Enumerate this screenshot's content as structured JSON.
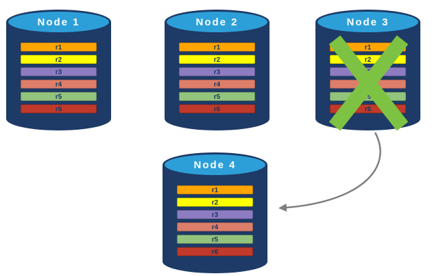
{
  "colors": {
    "background": "#ffffff",
    "cylinder_body": "#1e3a66",
    "cylinder_top": "#2d9fd8",
    "node_label_text": "#ffffff",
    "record_text": "#17375e",
    "x_mark": "#7dc242",
    "arrow": "#7f7f7f"
  },
  "nodes": [
    {
      "label": "Node 1",
      "failed": false,
      "records": [
        {
          "label": "r1",
          "color": "#ffa500"
        },
        {
          "label": "r2",
          "color": "#ffff00"
        },
        {
          "label": "r3",
          "color": "#8e7cc3"
        },
        {
          "label": "r4",
          "color": "#dd7e6b"
        },
        {
          "label": "r5",
          "color": "#93c47d"
        },
        {
          "label": "r6",
          "color": "#c0392b"
        }
      ]
    },
    {
      "label": "Node 2",
      "failed": false,
      "records": [
        {
          "label": "r1",
          "color": "#ffa500"
        },
        {
          "label": "r2",
          "color": "#ffff00"
        },
        {
          "label": "r3",
          "color": "#8e7cc3"
        },
        {
          "label": "r4",
          "color": "#dd7e6b"
        },
        {
          "label": "r5",
          "color": "#93c47d"
        },
        {
          "label": "r6",
          "color": "#c0392b"
        }
      ]
    },
    {
      "label": "Node 3",
      "failed": true,
      "failure_icon": "x-mark",
      "records": [
        {
          "label": "r1",
          "color": "#ffa500"
        },
        {
          "label": "r2",
          "color": "#ffff00"
        },
        {
          "label": "r3",
          "color": "#8e7cc3"
        },
        {
          "label": "r4",
          "color": "#dd7e6b"
        },
        {
          "label": "r5",
          "color": "#93c47d"
        },
        {
          "label": "r6",
          "color": "#c0392b"
        }
      ]
    },
    {
      "label": "Node 4",
      "failed": false,
      "records": [
        {
          "label": "r1",
          "color": "#ffa500"
        },
        {
          "label": "r2",
          "color": "#ffff00"
        },
        {
          "label": "r3",
          "color": "#8e7cc3"
        },
        {
          "label": "r4",
          "color": "#dd7e6b"
        },
        {
          "label": "r5",
          "color": "#93c47d"
        },
        {
          "label": "r6",
          "color": "#c0392b"
        }
      ]
    }
  ],
  "arrow": {
    "from": "Node 3",
    "to": "Node 4"
  }
}
